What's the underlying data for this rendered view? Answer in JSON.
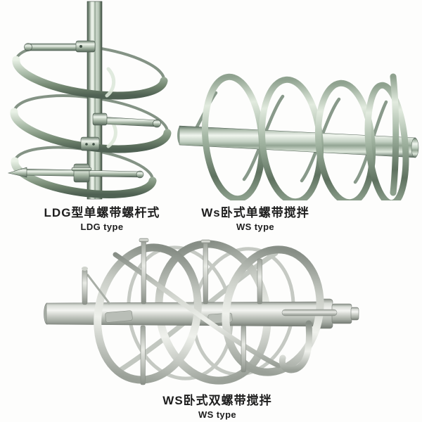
{
  "page": {
    "background_color": "#fdfdfc",
    "text_color": "#1d1d1d"
  },
  "figures": [
    {
      "id": "ldg-vertical-mixer",
      "caption_zh": "LDG型单螺带螺杆式",
      "caption_en": "LDG type",
      "metal_color": "#9fb3a1"
    },
    {
      "id": "ws-single-ribbon-mixer",
      "caption_zh": "Ws卧式单螺带搅拌",
      "caption_en": "WS type",
      "metal_color": "#9fb3a1"
    },
    {
      "id": "ws-double-ribbon-mixer",
      "caption_zh": "WS卧式双螺带搅拌",
      "caption_en": "WS type",
      "metal_color": "#c9cdc7"
    }
  ]
}
